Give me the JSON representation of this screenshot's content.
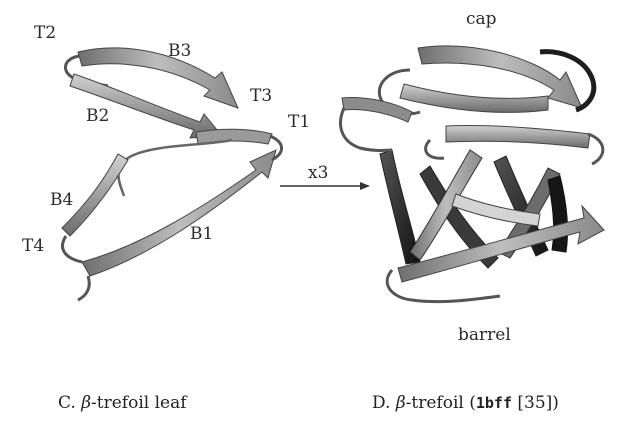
{
  "panel_c": {
    "labels": {
      "t1": "T1",
      "t2": "T2",
      "t3": "T3",
      "t4": "T4",
      "b1": "B1",
      "b2": "B2",
      "b3": "B3",
      "b4": "B4"
    },
    "caption_prefix": "C.",
    "caption_greek": "β",
    "caption_text": "-trefoil leaf"
  },
  "arrow": {
    "label": "x3"
  },
  "panel_d": {
    "top_label": "cap",
    "bottom_label": "barrel",
    "caption_prefix": "D.",
    "caption_greek": "β",
    "caption_text": "-trefoil (",
    "caption_pdb": "1bff",
    "caption_ref": " [35])"
  },
  "colors": {
    "light_strand": "#c8c8c8",
    "mid_strand": "#8a8a8a",
    "dark_strand": "#2b2b2b",
    "outline": "#3a3a3a"
  }
}
